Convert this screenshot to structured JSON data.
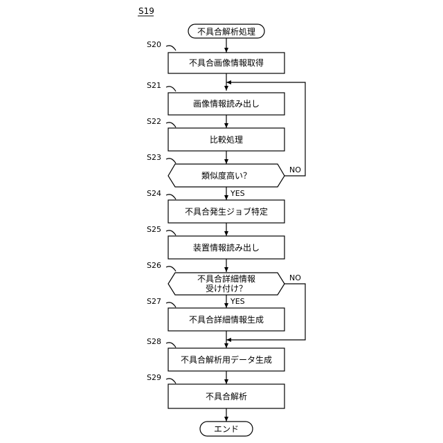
{
  "diagram": {
    "id": "S19",
    "start": "不具合解析処理",
    "end": "エンド",
    "steps": [
      {
        "id": "S20",
        "text": "不具合画像情報取得"
      },
      {
        "id": "S21",
        "text": "画像情報読み出し"
      },
      {
        "id": "S22",
        "text": "比較処理"
      },
      {
        "id": "S23",
        "text": "類似度高い？",
        "yes": "YES",
        "no": "NO"
      },
      {
        "id": "S24",
        "text": "不具合発生ジョブ特定"
      },
      {
        "id": "S25",
        "text": "装置情報読み出し"
      },
      {
        "id": "S26",
        "text": "不具合詳細情報",
        "text2": "受け付け？",
        "yes": "YES",
        "no": "NO"
      },
      {
        "id": "S27",
        "text": "不具合詳細情報生成"
      },
      {
        "id": "S28",
        "text": "不具合解析用データ生成"
      },
      {
        "id": "S29",
        "text": "不具合解析"
      }
    ]
  }
}
